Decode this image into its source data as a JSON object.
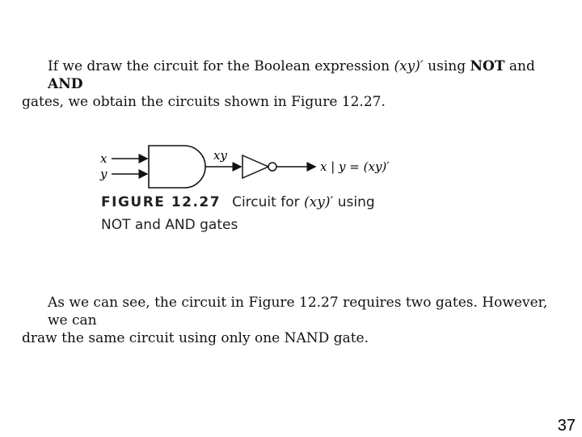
{
  "paragraph1": {
    "part_a": "If we draw the circuit for the Boolean expression ",
    "expr": "(xy)′",
    "part_b": " using ",
    "not": "NOT",
    "and_word": " and ",
    "and": "AND",
    "line2": "gates, we obtain the circuits shown in Figure 12.27."
  },
  "diagram": {
    "input_x": "x",
    "input_y": "y",
    "and_output": "xy",
    "output_label": "x | y = (xy)′"
  },
  "caption": {
    "figure_label": "FIGURE 12.27",
    "text_a": "Circuit for ",
    "expr": "(xy)′",
    "text_b": " using",
    "line2": "NOT and AND gates"
  },
  "paragraph2": {
    "line1": "As we can see, the circuit in Figure 12.27 requires two gates.  However, we can",
    "line2": "draw the same circuit using only one NAND gate."
  },
  "page_number": "37"
}
